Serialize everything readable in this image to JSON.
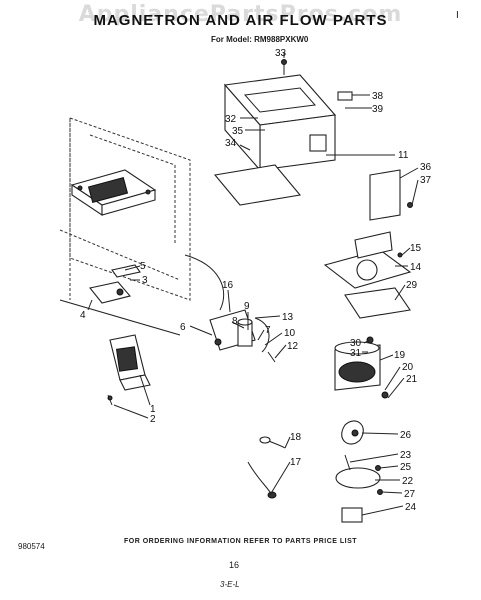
{
  "watermark": "AppliancePartsPros.com",
  "header": {
    "title": "MAGNETRON AND AIR FLOW PARTS",
    "model_line": "For Model: RM988PXKW0",
    "corner_mark": "I"
  },
  "callouts": [
    "33",
    "38",
    "39",
    "32",
    "35",
    "34",
    "11",
    "36",
    "37",
    "15",
    "14",
    "29",
    "5",
    "3",
    "4",
    "16",
    "13",
    "8",
    "6",
    "7",
    "10",
    "12",
    "30",
    "31",
    "19",
    "20",
    "21",
    "1",
    "2",
    "26",
    "18",
    "23",
    "25",
    "17",
    "22",
    "27",
    "24",
    "9"
  ],
  "footer": {
    "doc_number": "980574",
    "ordering_note": "FOR ORDERING INFORMATION REFER TO PARTS PRICE LIST",
    "page_number": "16",
    "bottom_mark": "3-E-L"
  }
}
